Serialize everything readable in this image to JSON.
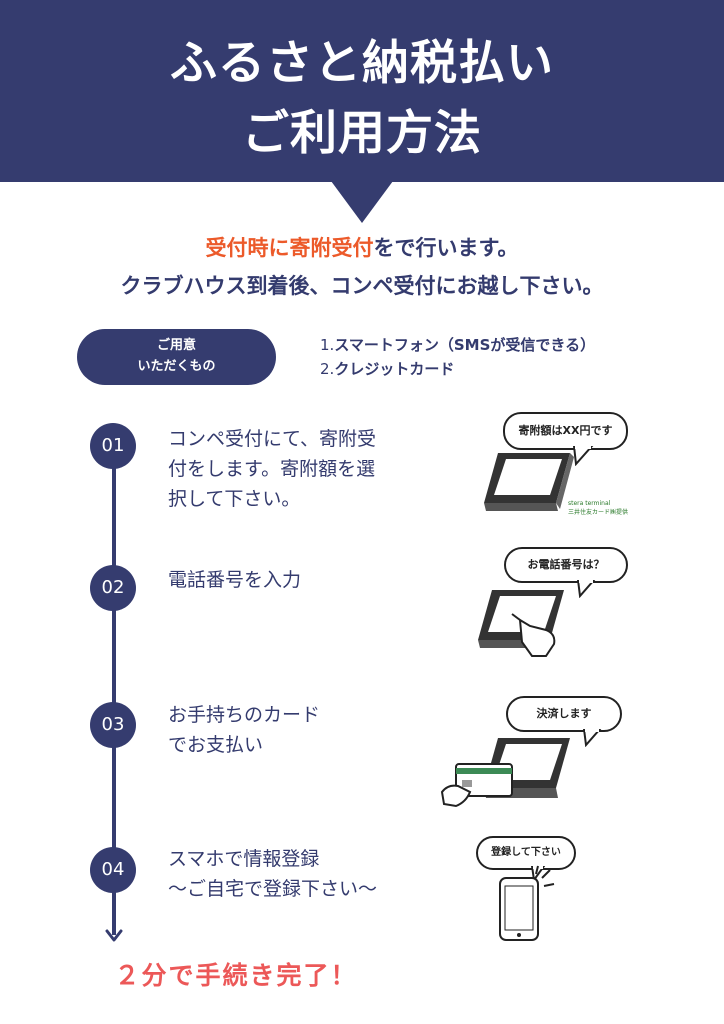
{
  "header": {
    "title_line1": "ふるさと納税払い",
    "title_line2": "ご利用方法"
  },
  "intro": {
    "line1_accent": "受付時に寄附受付",
    "line1_rest": "をで行います。",
    "line2": "クラブハウス到着後、コンペ受付にお越し下さい。"
  },
  "preparation": {
    "label_line1": "ご用意",
    "label_line2": "いただくもの",
    "items": [
      {
        "num": "1.",
        "text": "スマートフォン（SMSが受信できる）"
      },
      {
        "num": "2.",
        "text": "クレジットカード"
      }
    ]
  },
  "steps": [
    {
      "number": "01",
      "lines": [
        "コンペ受付にて、寄附受",
        "付をします。寄附額を選",
        "択して下さい。"
      ],
      "bubble": "寄附額はXX円です"
    },
    {
      "number": "02",
      "lines": [
        "電話番号を入力"
      ],
      "bubble": "お電話番号は？"
    },
    {
      "number": "03",
      "lines": [
        "お手持ちのカード",
        "でお支払い"
      ],
      "bubble": "決済します"
    },
    {
      "number": "04",
      "lines": [
        "スマホで情報登録",
        "〜ご自宅で登録下さい〜"
      ],
      "bubble": "登録して下さい"
    }
  ],
  "terminal_brand": {
    "line1": "stera terminal",
    "line2": "三井住友カード㈱提供"
  },
  "finish": "２分で手続き完了！",
  "colors": {
    "navy": "#353c6f",
    "accent_orange": "#ec5a2a",
    "accent_red": "#ec5858"
  }
}
